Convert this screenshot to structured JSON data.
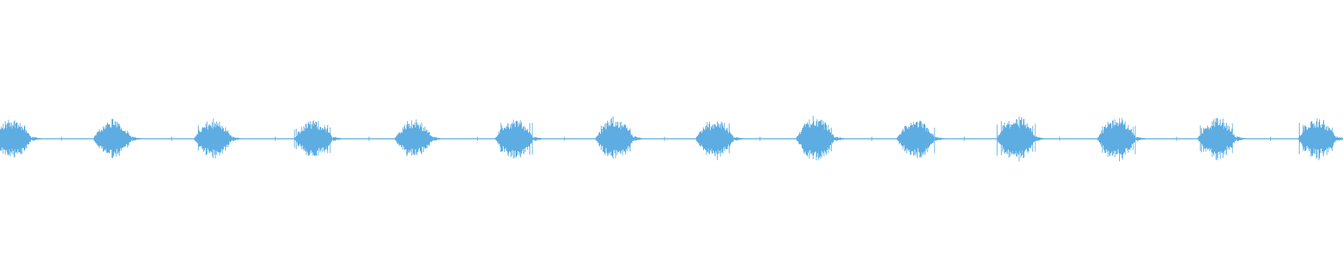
{
  "waveform": {
    "color": "#5dade2",
    "background": "#ffffff",
    "burst_count": 14,
    "bursts": [
      {
        "amplitude": 0.82
      },
      {
        "amplitude": 0.78
      },
      {
        "amplitude": 0.76
      },
      {
        "amplitude": 0.8
      },
      {
        "amplitude": 0.78
      },
      {
        "amplitude": 0.84
      },
      {
        "amplitude": 0.86
      },
      {
        "amplitude": 0.8
      },
      {
        "amplitude": 0.9
      },
      {
        "amplitude": 0.8
      },
      {
        "amplitude": 0.9
      },
      {
        "amplitude": 0.9
      },
      {
        "amplitude": 0.86
      },
      {
        "amplitude": 0.82
      }
    ]
  }
}
